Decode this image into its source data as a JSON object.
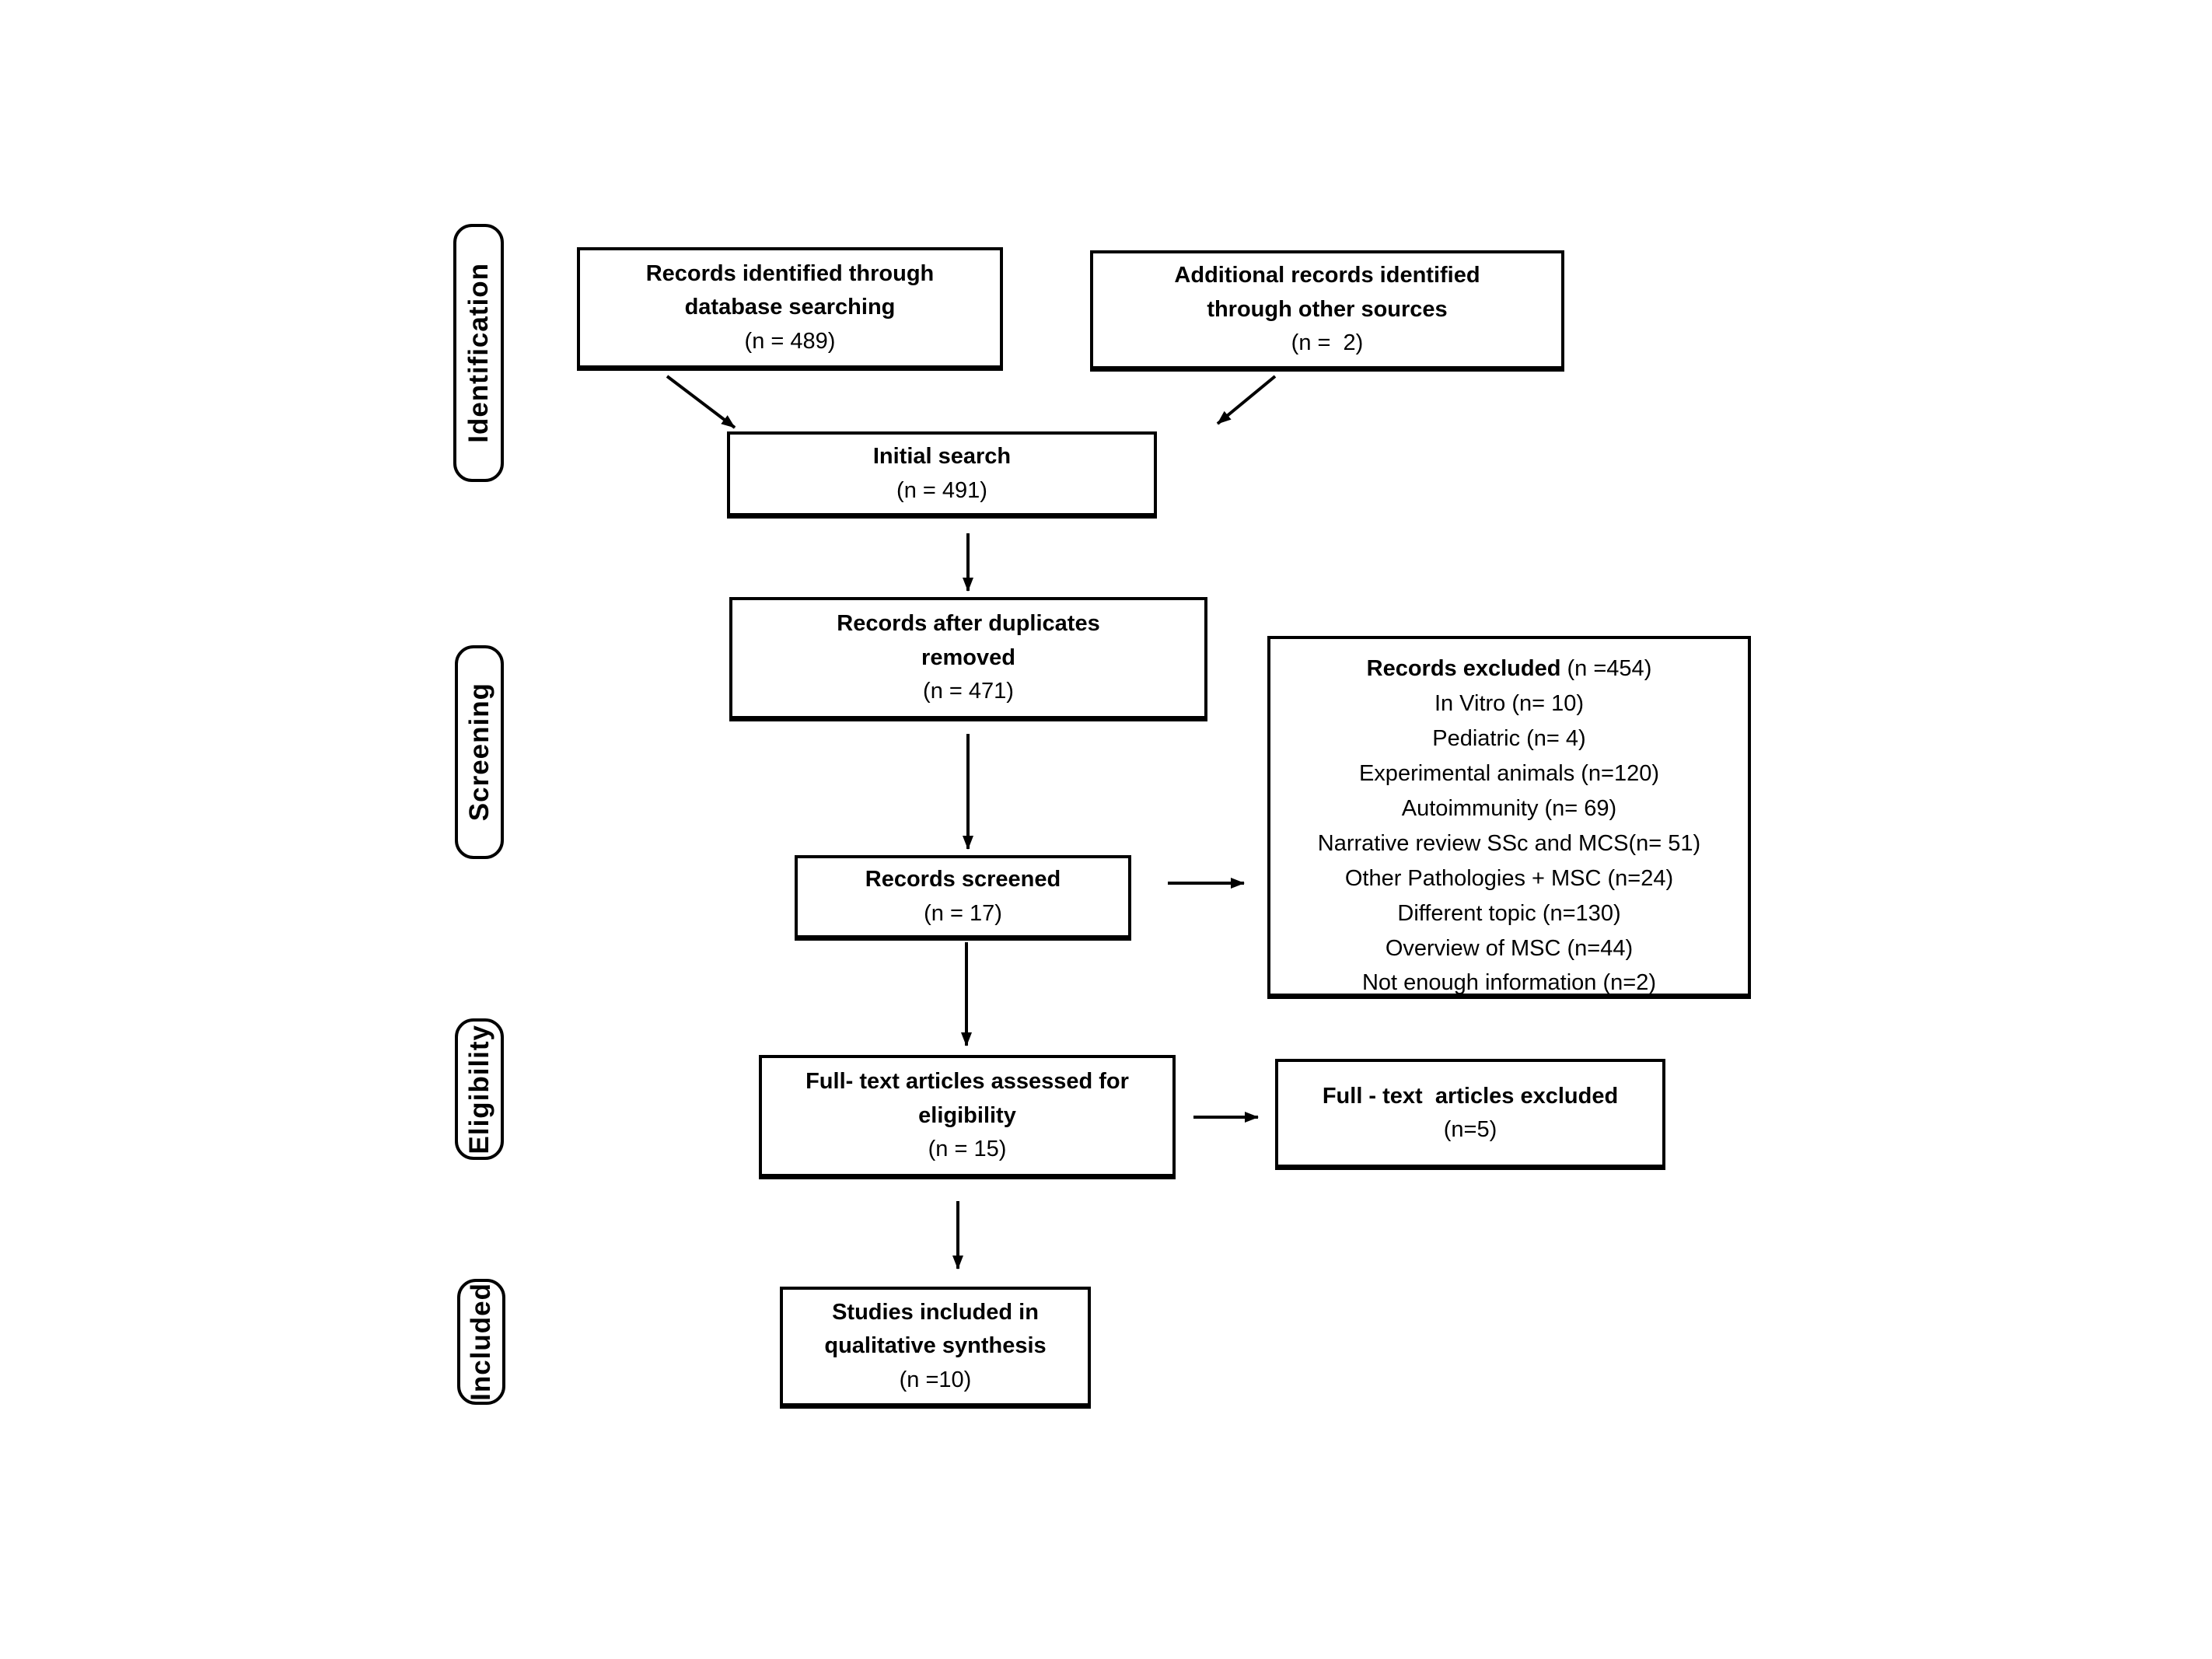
{
  "labels": {
    "identification": "Identification",
    "screening": "Screening",
    "eligibility": "Eligibility",
    "included": "Included"
  },
  "boxes": {
    "identified": {
      "line1": "Records identified through",
      "line2": "database searching",
      "count": "(n = 489)"
    },
    "additional": {
      "line1": "Additional records identified",
      "line2": "through other sources",
      "count": "(n =  2)"
    },
    "initial": {
      "line1": "Initial search",
      "count": "(n = 491)"
    },
    "duplicates": {
      "line1": "Records after duplicates",
      "line2": "removed",
      "count": "(n = 471)"
    },
    "excluded": {
      "title": "Records excluded",
      "count": " (n =454)",
      "items": [
        "In Vitro (n= 10)",
        "Pediatric (n= 4)",
        "Experimental animals (n=120)",
        "Autoimmunity (n= 69)",
        "Narrative review SSc and MCS(n= 51)",
        "Other Pathologies + MSC (n=24)",
        "Different topic (n=130)",
        "Overview of MSC (n=44)",
        "Not enough information (n=2)"
      ]
    },
    "screened": {
      "line1": "Records screened",
      "count": "(n = 17)"
    },
    "assessed": {
      "line1": "Full- text articles assessed for",
      "line2": "eligibility",
      "count": "(n = 15)"
    },
    "fulltext_excluded": {
      "line1": "Full - text  articles excluded",
      "count": "(n=5)"
    },
    "included_studies": {
      "line1": "Studies included in",
      "line2": "qualitative synthesis",
      "count": "(n =10)"
    }
  },
  "colors": {
    "ink": "#000000",
    "background": "#ffffff"
  }
}
